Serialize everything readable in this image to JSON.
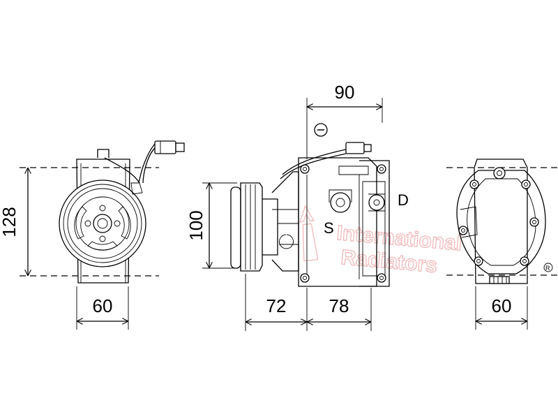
{
  "dimensions": {
    "front_height": "128",
    "front_width": "60",
    "side_height": "100",
    "side_top_width": "90",
    "side_left_width": "72",
    "side_right_width": "78",
    "rear_width": "60"
  },
  "ports": {
    "suction": "S",
    "discharge": "D"
  },
  "watermark": {
    "line1": "International",
    "line2": "Radiators"
  },
  "colors": {
    "line": "#000000",
    "watermark": "#f2b9b9",
    "background": "#ffffff"
  },
  "icons": [
    "connector-plug-icon",
    "minus-circle-icon",
    "registered-mark-icon"
  ]
}
